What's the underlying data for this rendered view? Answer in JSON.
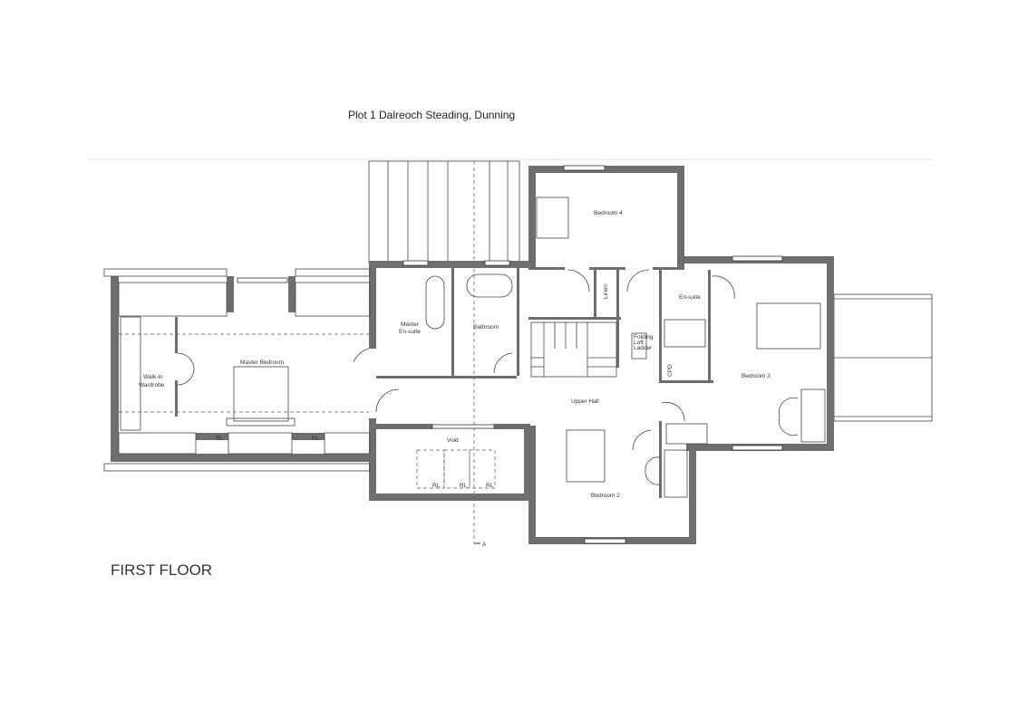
{
  "title": "Plot 1 Dalreoch Steading, Dunning",
  "floor_label": "FIRST FLOOR",
  "section_marker": "A",
  "rooms": {
    "master_bedroom": "Master Bedroom",
    "walk_in_1": "Walk-in",
    "walk_in_2": "Wardrobe",
    "master_ensuite_1": "Master",
    "master_ensuite_2": "En-suite",
    "bathroom": "Bathroom",
    "bedroom4": "Bedroom 4",
    "linen": "Linen",
    "ensuite": "En-suite",
    "bedroom3": "Bedroom 3",
    "upper_hall": "Upper Hall",
    "void": "Void",
    "bedroom2": "Bedroom 2",
    "cpd": "CPD",
    "loft_ladder_1": "Folding",
    "loft_ladder_2": "Loft",
    "loft_ladder_3": "Ladder",
    "rl": "RL"
  }
}
